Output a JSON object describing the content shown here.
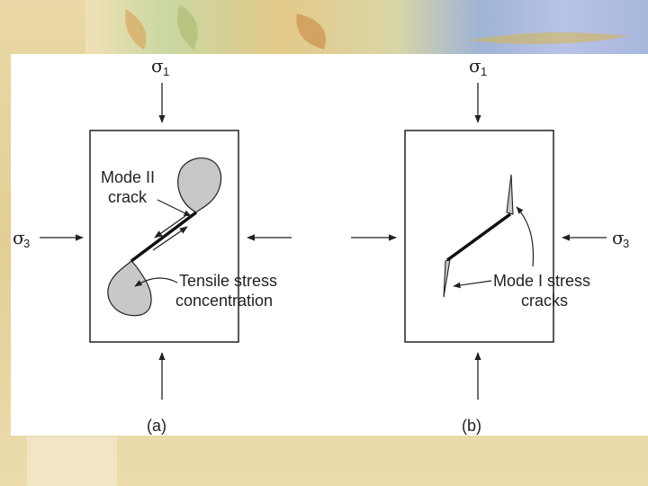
{
  "panel_a": {
    "sigma1": "σ",
    "sigma1_sub": "1",
    "sigma3": "σ",
    "sigma3_sub": "3",
    "crack_label_line1": "Mode II",
    "crack_label_line2": "crack",
    "tensile_label_line1": "Tensile stress",
    "tensile_label_line2": "concentration",
    "caption": "(a)"
  },
  "panel_b": {
    "sigma1": "σ",
    "sigma1_sub": "1",
    "sigma3": "σ",
    "sigma3_sub": "3",
    "crack_label_line1": "Mode I stress",
    "crack_label_line2": "cracks",
    "caption": "(b)"
  },
  "colors": {
    "lobe_fill": "#c8c8c8",
    "stroke": "#222222",
    "slide_background": "#ffffff",
    "border_background": "#e9d9a8"
  }
}
